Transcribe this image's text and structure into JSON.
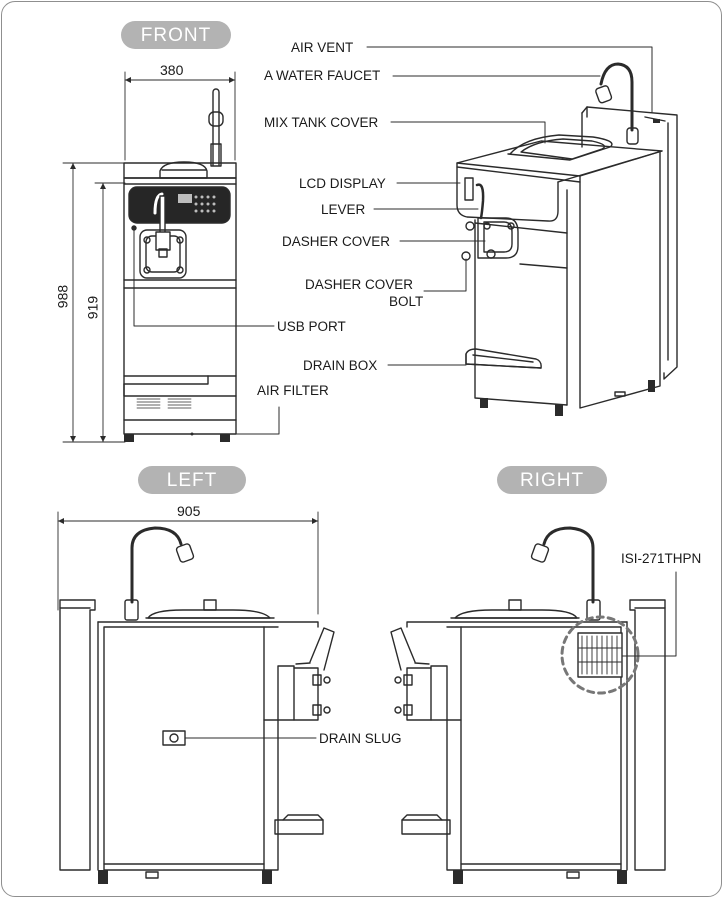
{
  "views": {
    "front": "FRONT",
    "left": "LEFT",
    "right": "RIGHT"
  },
  "dimensions": {
    "front_width": "380",
    "total_height": "988",
    "body_height": "919",
    "left_depth": "905"
  },
  "callouts": {
    "air_vent": "AIR VENT",
    "water_faucet": "A WATER FAUCET",
    "mix_tank_cover": "MIX TANK COVER",
    "lcd_display": "LCD DISPLAY",
    "lever": "LEVER",
    "dasher_cover": "DASHER COVER",
    "dasher_cover_bolt_line1": "DASHER COVER",
    "dasher_cover_bolt_line2": "BOLT",
    "usb_port": "USB PORT",
    "drain_box": "DRAIN BOX",
    "air_filter": "AIR FILTER",
    "drain_slug": "DRAIN SLUG",
    "model": "ISI-271THPN"
  },
  "colors": {
    "line": "#2b2b2b",
    "pill": "#b3b3b3",
    "frame": "#8f8f8f",
    "highlight_dashes": "#777777"
  }
}
